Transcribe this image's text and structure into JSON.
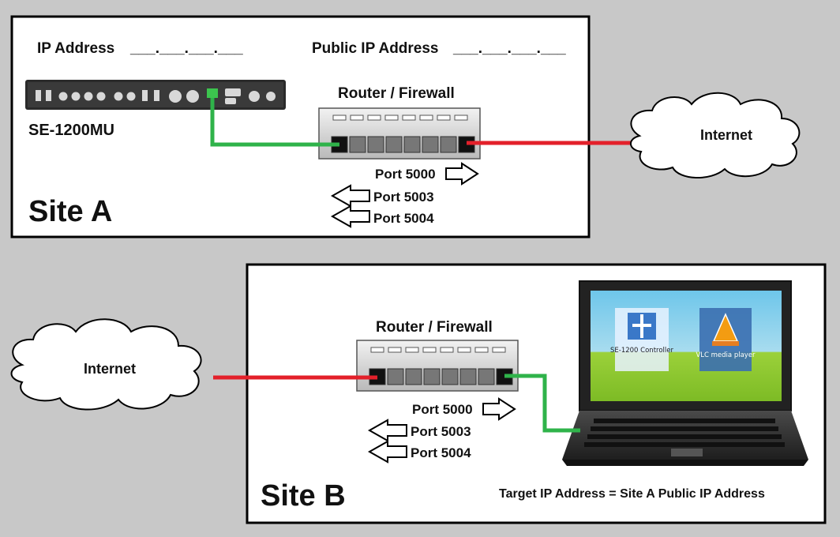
{
  "site_a": {
    "title": "Site A",
    "ip_label": "IP Address",
    "ip_blank": "___.___.___.___",
    "public_ip_label": "Public IP Address",
    "public_ip_blank": "___.___.___.___",
    "device_label": "SE-1200MU",
    "router_label": "Router / Firewall",
    "ports": [
      "Port 5000",
      "Port 5003",
      "Port 5004"
    ],
    "cloud_label": "Internet"
  },
  "site_b": {
    "title": "Site B",
    "router_label": "Router / Firewall",
    "ports": [
      "Port 5000",
      "Port 5003",
      "Port 5004"
    ],
    "cloud_label": "Internet",
    "note": "Target IP Address = Site A Public IP Address",
    "desktop_icons": [
      "SE-1200 Controller",
      "VLC media player"
    ]
  },
  "colors": {
    "lan_cable": "#2fb34a",
    "wan_cable": "#e3202a",
    "background": "#c8c8c8"
  }
}
